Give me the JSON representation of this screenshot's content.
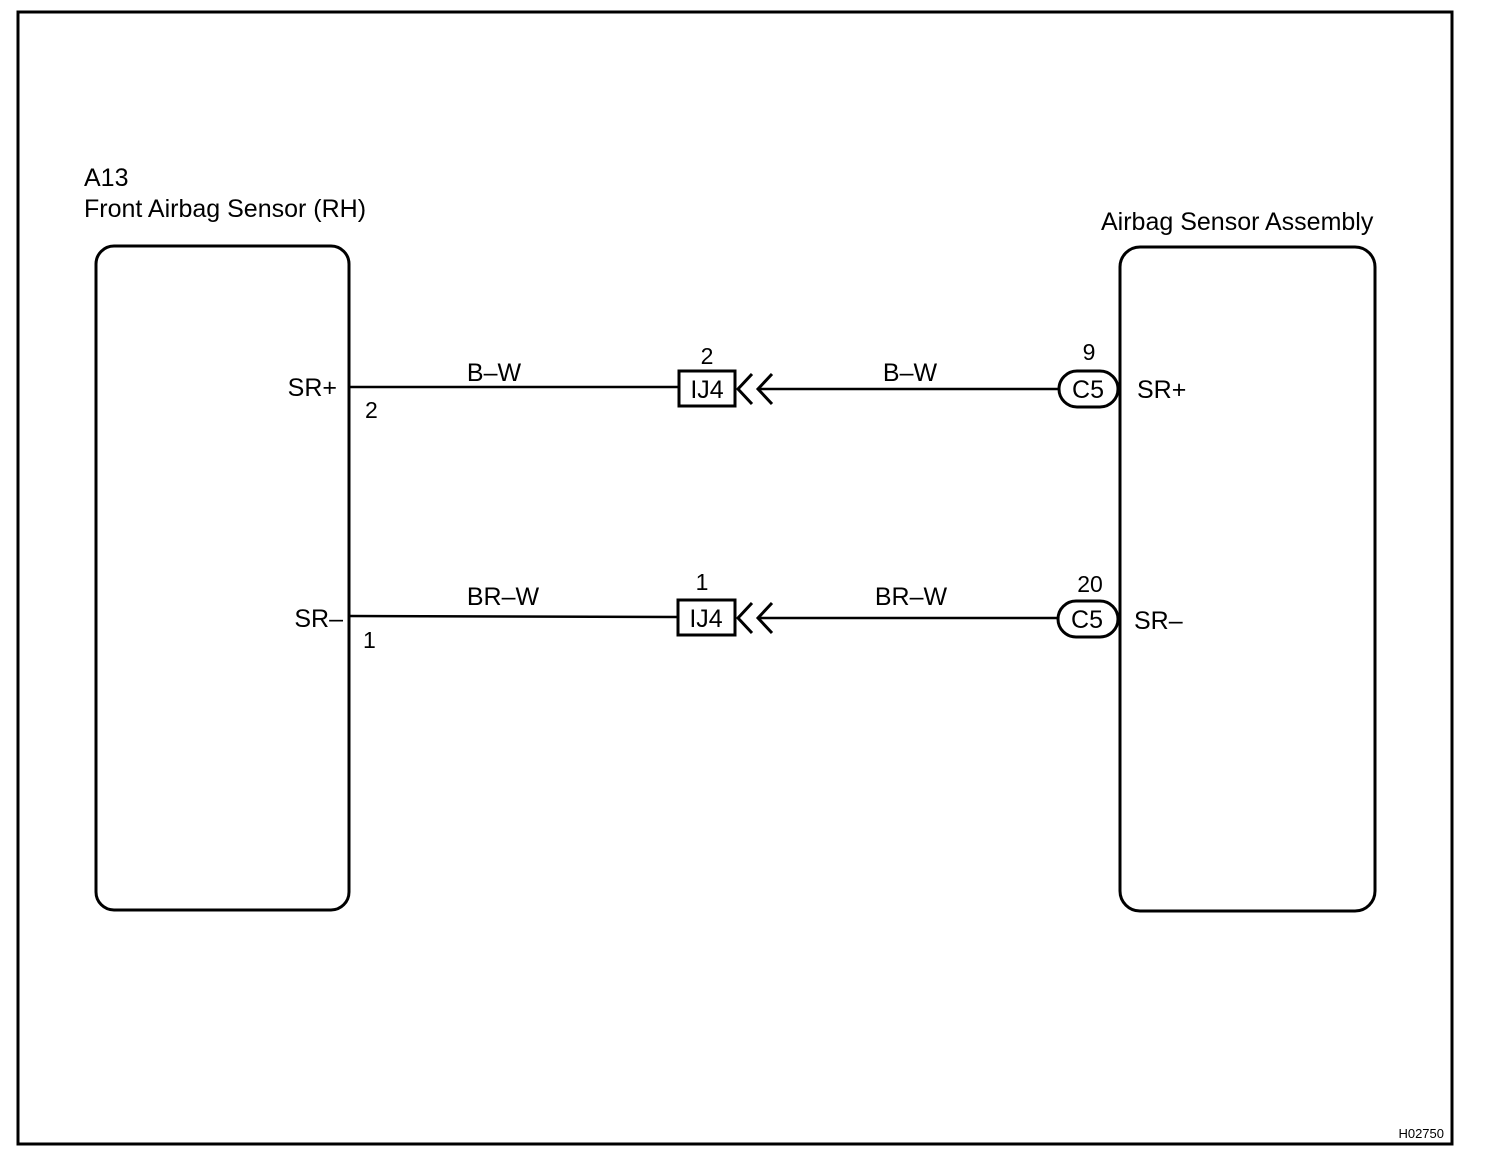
{
  "figure_code": "H02750",
  "left_component": {
    "code": "A13",
    "name": "Front Airbag Sensor (RH)",
    "terminals": [
      {
        "name": "SR+",
        "pin": "2"
      },
      {
        "name": "SR–",
        "pin": "1"
      }
    ]
  },
  "right_component": {
    "name": "Airbag Sensor Assembly",
    "connector": "C5",
    "terminals": [
      {
        "name": "SR+",
        "pin": "9"
      },
      {
        "name": "SR–",
        "pin": "20"
      }
    ]
  },
  "junction": {
    "connector": "IJ4",
    "pins": [
      "2",
      "1"
    ]
  },
  "wires": [
    {
      "from": "SR+",
      "to": "SR+",
      "left_color": "B–W",
      "right_color": "B–W"
    },
    {
      "from": "SR–",
      "to": "SR–",
      "left_color": "BR–W",
      "right_color": "BR–W"
    }
  ]
}
